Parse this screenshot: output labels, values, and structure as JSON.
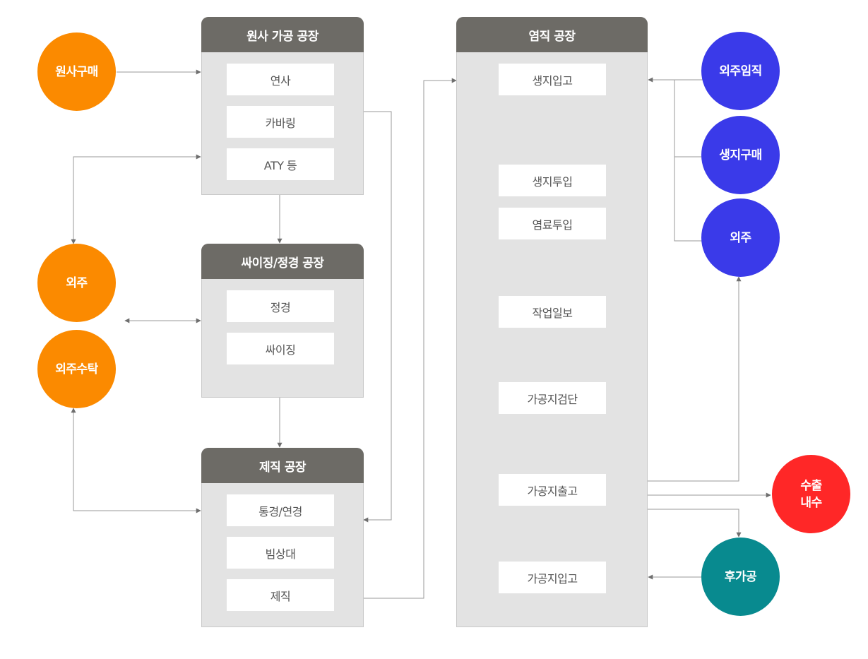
{
  "panels": {
    "raw_yarn": {
      "title": "원사 가공 공장",
      "steps": [
        "연사",
        "카바링",
        "ATY 등"
      ]
    },
    "sizing": {
      "title": "싸이징/정경 공장",
      "steps": [
        "정경",
        "싸이징"
      ]
    },
    "weaving": {
      "title": "제직 공장",
      "steps": [
        "통경/연경",
        "빔상대",
        "제직"
      ]
    },
    "dyeing": {
      "title": "염직 공장",
      "steps": [
        "생지입고",
        "생지투입",
        "염료투입",
        "작업일보",
        "가공지검단",
        "가공지출고",
        "가공지입고"
      ]
    }
  },
  "nodes": {
    "yarn_purchase": "원사구매",
    "outsource_left": "외주",
    "outsource_consign": "외주수탁",
    "outsource_dyeing": "외주임직",
    "greige_purchase": "생지구매",
    "outsource_right": "외주",
    "export_domestic": "수출\n내수",
    "post_processing": "후가공"
  },
  "colors": {
    "orange": "#fb8a00",
    "blue": "#3a3ae9",
    "red": "#ff2727",
    "teal": "#088a8f",
    "panel_header": "#6d6b66",
    "panel_body": "#e3e3e3",
    "connector": "#888888"
  }
}
